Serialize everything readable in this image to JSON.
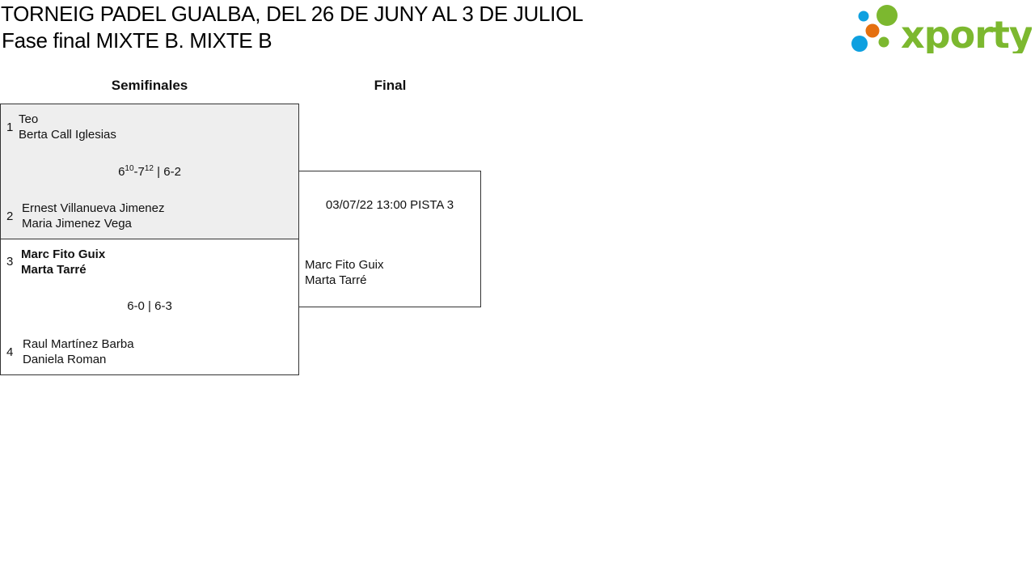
{
  "header": {
    "title": "TORNEIG PADEL GUALBA, DEL 26 DE JUNY AL 3 DE JULIOL",
    "subtitle": "Fase final MIXTE B. MIXTE B"
  },
  "logo": {
    "text": "xporty",
    "colors": {
      "green": "#7cb82f",
      "blue": "#0ea0e0",
      "orange": "#e5700f"
    }
  },
  "rounds": [
    {
      "label": "Semifinales"
    },
    {
      "label": "Final"
    }
  ],
  "semifinals": [
    {
      "team_a": {
        "seed": "1",
        "player1": "Teo",
        "player2": "Berta Call Iglesias",
        "winner": false
      },
      "score": {
        "set1_a": "6",
        "set1_a_tb": "10",
        "set1_b": "7",
        "set1_b_tb": "12",
        "rest": "| 6-2"
      },
      "team_b": {
        "seed": "2",
        "player1": "Ernest Villanueva Jimenez",
        "player2": "Maria Jimenez Vega",
        "winner": false
      }
    },
    {
      "team_a": {
        "seed": "3",
        "player1": "Marc Fito Guix",
        "player2": "Marta Tarré",
        "winner": true
      },
      "score": {
        "text": "6-0 | 6-3"
      },
      "team_b": {
        "seed": "4",
        "player1": "Raul Martínez Barba",
        "player2": "Daniela Roman",
        "winner": false
      }
    }
  ],
  "final": {
    "info": "03/07/22 13:00 PISTA 3",
    "team": {
      "player1": "Marc Fito Guix",
      "player2": "Marta Tarré"
    }
  },
  "colors": {
    "highlight_bg": "#eeeeee",
    "border": "#333333"
  }
}
